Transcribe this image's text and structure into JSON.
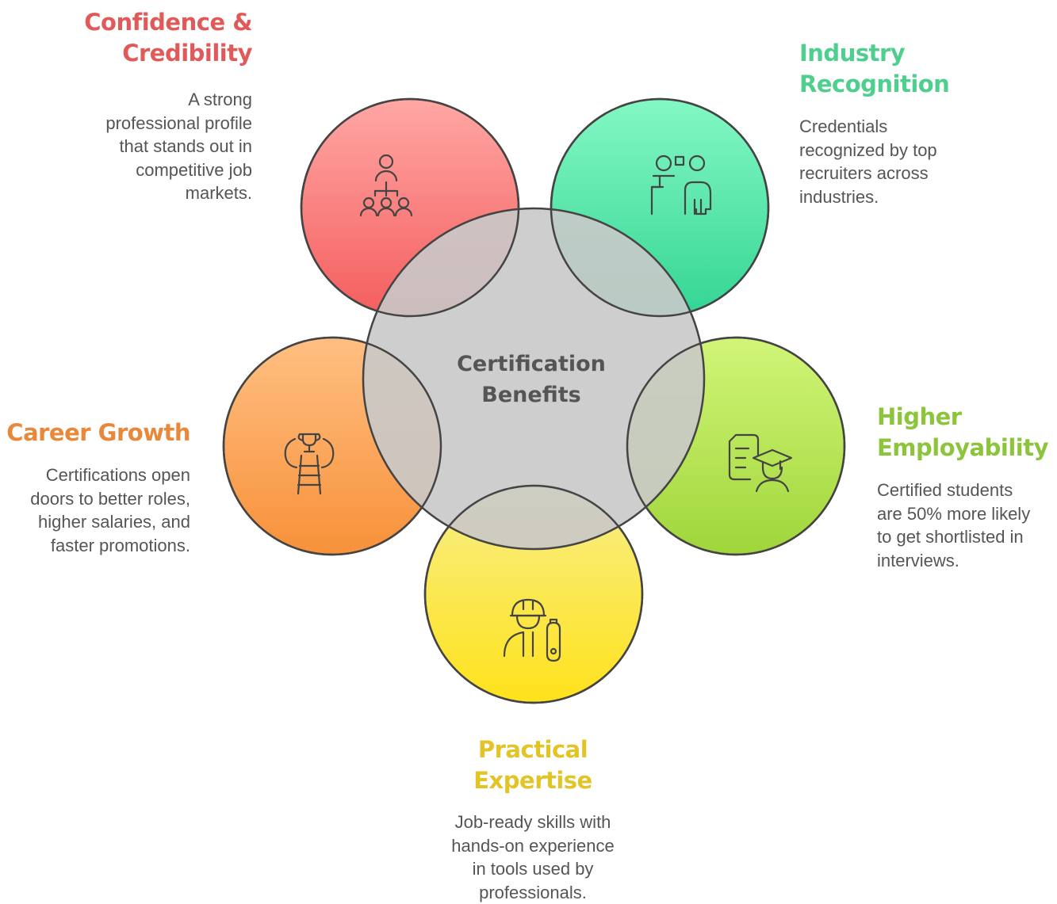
{
  "center": {
    "line1": "Certification",
    "line2": "Benefits"
  },
  "confidence": {
    "title": "Confidence &\nCredibility",
    "description": "A strong\nprofessional profile\nthat stands out in\ncompetitive job\nmarkets.",
    "color": "#e05a5a",
    "icon": "group-leader-icon"
  },
  "industry": {
    "title": "Industry\nRecognition",
    "description": "Credentials\nrecognized by top\nrecruiters across\nindustries.",
    "color": "#4fcf8e",
    "icon": "presenter-icon"
  },
  "career": {
    "title": "Career Growth",
    "description": "Certifications open\ndoors to better roles,\nhigher salaries, and\nfaster promotions.",
    "color": "#e8883a",
    "icon": "ladder-trophy-icon"
  },
  "employability": {
    "title": "Higher\nEmployability",
    "description": "Certified students\nare 50% more likely\nto get shortlisted in\ninterviews.",
    "color": "#8cc43c",
    "icon": "graduate-document-icon"
  },
  "expertise": {
    "title": "Practical\nExpertise",
    "description": "Job-ready skills with\nhands-on experience\nin tools used by\nprofessionals.",
    "color": "#e3c427",
    "icon": "worker-wrench-icon"
  }
}
